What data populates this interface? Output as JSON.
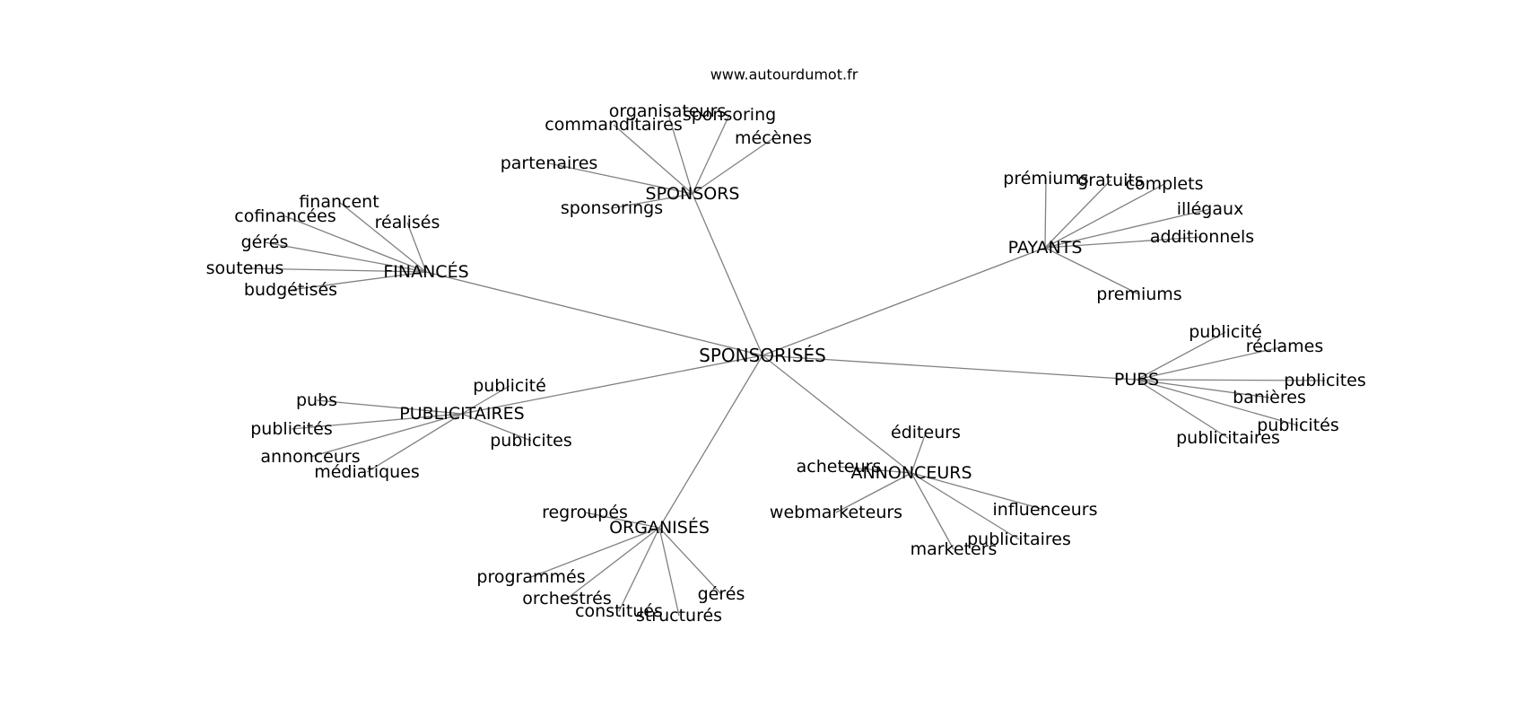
{
  "site": "www.autourdumot.fr",
  "center": "SPONSORISÉS",
  "groups": [
    {
      "hub": "SPONSORS",
      "leaves": [
        "organisateurs",
        "sponsoring",
        "commanditaires",
        "mécènes",
        "partenaires",
        "sponsorings"
      ]
    },
    {
      "hub": "FINANCÉS",
      "leaves": [
        "financent",
        "cofinancées",
        "réalisés",
        "gérés",
        "soutenus",
        "budgétisés"
      ]
    },
    {
      "hub": "PAYANTS",
      "leaves": [
        "prémiums",
        "gratuits",
        "complets",
        "illégaux",
        "additionnels",
        "premiums"
      ]
    },
    {
      "hub": "PUBS",
      "leaves": [
        "publicité",
        "réclames",
        "publicites",
        "banières",
        "publicités",
        "publicitaires"
      ]
    },
    {
      "hub": "PUBLICITAIRES",
      "leaves": [
        "publicité",
        "pubs",
        "publicités",
        "publicites",
        "annonceurs",
        "médiatiques"
      ]
    },
    {
      "hub": "ANNONCEURS",
      "leaves": [
        "éditeurs",
        "acheteurs",
        "webmarketeurs",
        "influenceurs",
        "publicitaires",
        "marketers"
      ]
    },
    {
      "hub": "ORGANISÉS",
      "leaves": [
        "regroupés",
        "programmés",
        "orchestrés",
        "constitués",
        "gérés",
        "structurés"
      ]
    }
  ]
}
